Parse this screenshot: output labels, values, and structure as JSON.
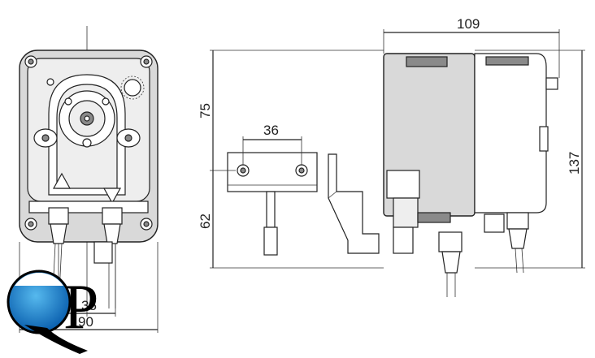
{
  "dimensions": {
    "total_width": "109",
    "total_height": "137",
    "upper_height": "75",
    "lower_height": "62",
    "bracket_hole_spacing": "36",
    "fitting_spacing": "35",
    "front_width": "90"
  },
  "logo": {
    "text": "QP",
    "colors": {
      "water_dark": "#0a5fae",
      "water_light": "#56b9ee",
      "ink": "#000000"
    }
  },
  "colors": {
    "line": "#222222",
    "body": "#d9d9d9",
    "shade": "#8a8a8a"
  }
}
